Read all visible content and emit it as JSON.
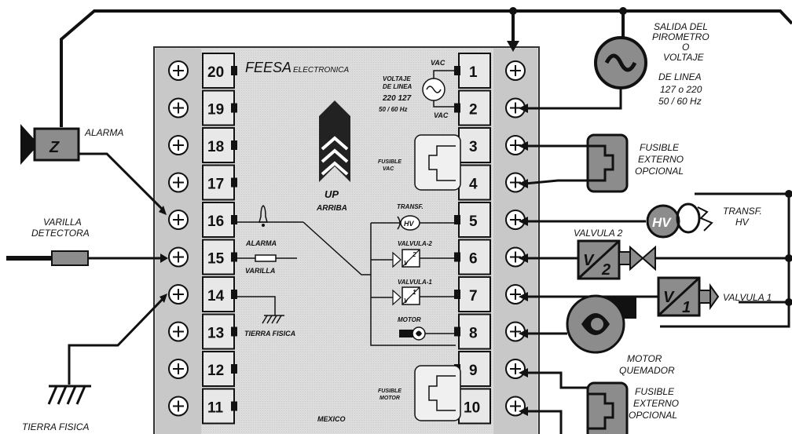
{
  "colors": {
    "panel_fill": "#d9d9d9",
    "box_fill": "#e8e8e8",
    "line": "#111111",
    "icon_gray": "#8c8c8c"
  },
  "header": {
    "brand": "FEESA",
    "brand_sub": "ELECTRONICA",
    "footer": "MEXICO"
  },
  "left_terminals": [
    "20",
    "19",
    "18",
    "17",
    "16",
    "15",
    "14",
    "13",
    "12",
    "11"
  ],
  "right_terminals": [
    "1",
    "2",
    "3",
    "4",
    "5",
    "6",
    "7",
    "8",
    "9",
    "10"
  ],
  "inner_labels": {
    "up": "UP",
    "arriba": "ARRIBA",
    "alarma": "ALARMA",
    "varilla": "VARILLA",
    "tierra_fisica": "TIERRA FISICA",
    "vac_top": "VAC",
    "vac_bottom": "VAC",
    "voltaje_1": "VOLTAJE",
    "voltaje_2": "DE LINEA",
    "voltaje_3": "220  127",
    "voltaje_4": "50 / 60 Hz",
    "fusible_vac_1": "FUSIBLE",
    "fusible_vac_2": "VAC",
    "transf": "TRANSF.",
    "hv": "HV",
    "valvula2": "VALVULA-2",
    "valvula1": "VALVULA-1",
    "motor": "MOTOR",
    "fusible_motor_1": "FUSIBLE",
    "fusible_motor_2": "MOTOR"
  },
  "outer_labels": {
    "alarma": "ALARMA",
    "z": "Z",
    "varilla_1": "VARILLA",
    "varilla_2": "DETECTORA",
    "tierra_fisica": "TIERRA FISICA",
    "salida_1": "SALIDA DEL",
    "salida_2": "PIROMETRO",
    "salida_3": "O",
    "salida_4": "VOLTAJE",
    "salida_5": "DE LINEA",
    "salida_6": "127 o 220",
    "salida_7": "50 / 60 Hz",
    "fusible1_1": "FUSIBLE",
    "fusible1_2": "EXTERNO",
    "fusible1_3": "OPCIONAL",
    "hv": "HV",
    "transf_1": "TRANSF.",
    "transf_2": "HV",
    "valvula2": "VALVULA 2",
    "v2": "V",
    "v2_sub": "2",
    "v1": "V",
    "v1_sub": "1",
    "valvula1": "VALVULA 1",
    "motor_1": "MOTOR",
    "motor_2": "QUEMADOR",
    "fusible2_1": "FUSIBLE",
    "fusible2_2": "EXTERNO",
    "fusible2_3": "OPCIONAL"
  }
}
